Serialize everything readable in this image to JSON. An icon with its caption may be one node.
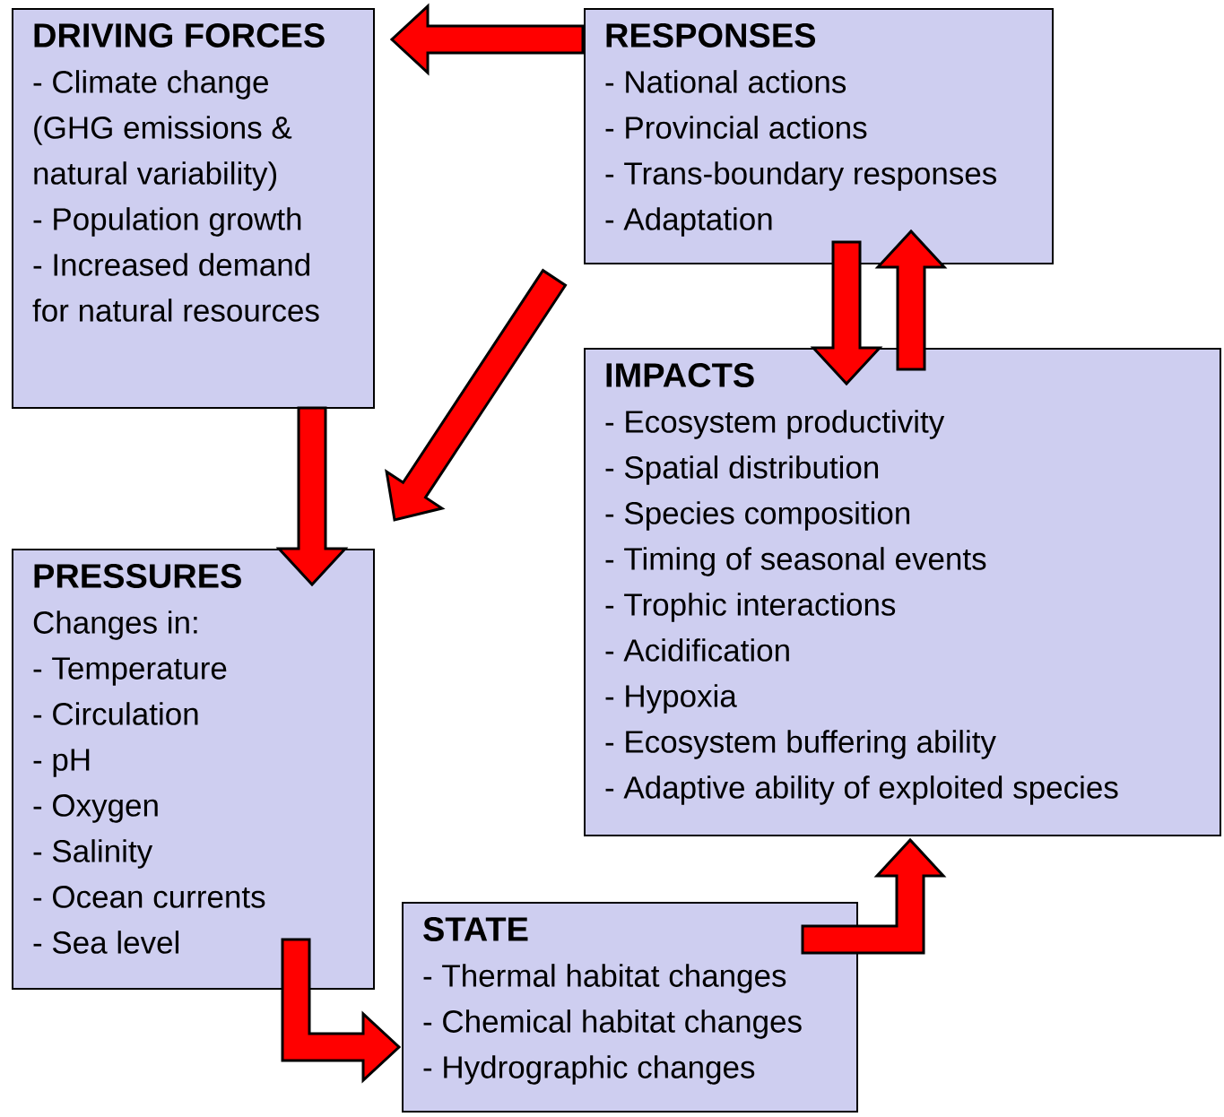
{
  "diagram": {
    "nodes": [
      {
        "text": [
          "DRIVING FORCES",
          "- Climate change (GHG emissions & natural variability)",
          "- Population growth",
          "- Increased demand for natural resources"
        ]
      },
      {
        "text": [
          "RESPONSES",
          "- National actions",
          "- Provincial actions",
          "- Trans-boundary responses",
          "- Adaptation"
        ]
      },
      {
        "text": [
          "PRESSURES",
          "Changes in:",
          "- Temperature",
          "- Circulation",
          "- pH",
          "- Oxygen",
          "- Salinity",
          "- Ocean currents",
          "- Sea level"
        ]
      },
      {
        "text": [
          "IMPACTS",
          "- Ecosystem productivity",
          "- Spatial distribution",
          "- Species composition",
          "- Timing of seasonal events",
          "- Trophic interactions",
          "- Acidification",
          "- Hypoxia",
          "- Ecosystem buffering ability",
          "- Adaptive ability of exploited species"
        ]
      },
      {
        "text": [
          "STATE",
          "- Thermal habitat changes",
          "- Chemical habitat changes",
          "- Hydrographic changes"
        ]
      }
    ],
    "edges": [
      {
        "from": 1,
        "to": 0,
        "arrow": "to"
      },
      {
        "from": 1,
        "to": 2,
        "arrow": "to"
      },
      {
        "from": 0,
        "to": 2,
        "arrow": "to"
      },
      {
        "from": 2,
        "to": 4,
        "arrow": "to"
      },
      {
        "from": 4,
        "to": 3,
        "arrow": "to"
      },
      {
        "from": 1,
        "to": 3,
        "arrow": "to"
      },
      {
        "from": 3,
        "to": 1,
        "arrow": "to"
      }
    ]
  }
}
